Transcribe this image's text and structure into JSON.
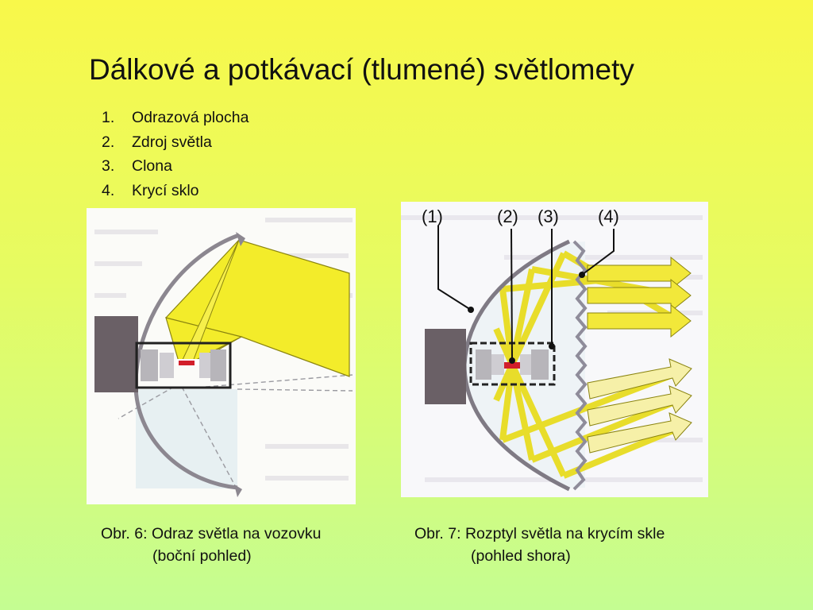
{
  "slide": {
    "title": "Dálkové a potkávací (tlumené) světlomety",
    "items": [
      {
        "number": "1.",
        "label": "Odrazová plocha"
      },
      {
        "number": "2.",
        "label": "Zdroj světla"
      },
      {
        "number": "3.",
        "label": "Clona"
      },
      {
        "number": "4.",
        "label": "Krycí sklo"
      }
    ]
  },
  "figure6": {
    "caption_line1": "Obr. 6: Odraz světla na vozovku",
    "caption_line2": "(boční pohled)"
  },
  "figure7": {
    "labels": [
      "(1)",
      "(2)",
      "(3)",
      "(4)"
    ],
    "caption_line1": "Obr. 7: Rozptyl světla na krycím skle",
    "caption_line2": "(pohled shora)"
  },
  "colors": {
    "beam": "#f3ec2a",
    "beam_edge": "#8a8410",
    "housing": "#6a6066",
    "reflector": "#8c8790",
    "filament": "#d21e2a"
  }
}
